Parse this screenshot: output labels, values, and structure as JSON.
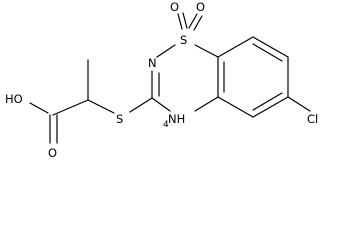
{
  "atoms": {
    "ho": "HO",
    "o_carbonyl": "O",
    "s_thio": "S",
    "n_ring": "N",
    "nh": "NH",
    "nh_h": "4",
    "s_sulfonyl": "S",
    "o_sulfonyl_left": "O",
    "o_sulfonyl_right": "O",
    "cl": "Cl"
  }
}
